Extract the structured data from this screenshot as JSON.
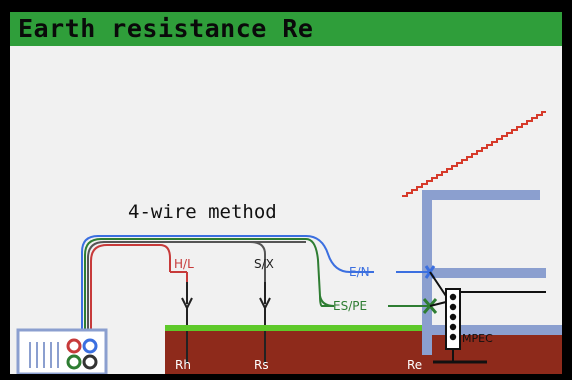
{
  "title": "Earth resistance Re",
  "method_label": "4-wire method",
  "leads": {
    "hl": "H/L",
    "sx": "S/X",
    "en": "E/N",
    "espe": "ES/PE"
  },
  "ground_labels": {
    "rh": "Rh",
    "rs": "Rs",
    "re": "Re"
  },
  "mpec_label": "MPEC",
  "colors": {
    "title_bg": "#2f9e3a",
    "screen_bg": "#f1f1f1",
    "soil": "#8e2a1b",
    "grass": "#5ec92a",
    "lead_red": "#c73a3a",
    "lead_blue": "#3b6fe0",
    "lead_green": "#2e7d32",
    "building": "#8b9fcf",
    "roof": "#d63a2a"
  }
}
